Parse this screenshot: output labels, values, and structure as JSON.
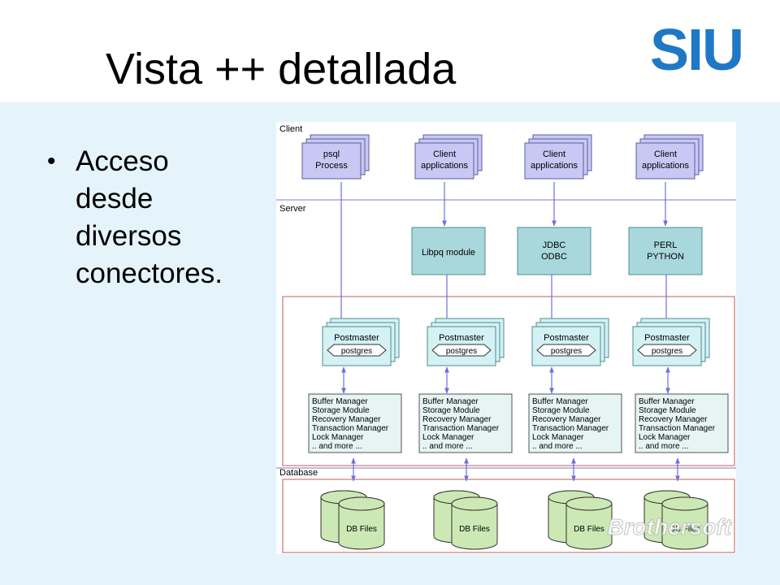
{
  "slide": {
    "title": "Vista ++ detallada",
    "logo_text": "SIU",
    "bullet": [
      "Acceso",
      "desde",
      "diversos",
      "conectores."
    ]
  },
  "diagram": {
    "sections": {
      "client": "Client",
      "server": "Server",
      "database": "Database"
    },
    "clients": [
      [
        "psql",
        "Process"
      ],
      [
        "Client",
        "applications"
      ],
      [
        "Client",
        "applications"
      ],
      [
        "Client",
        "applications"
      ]
    ],
    "drivers": [
      null,
      [
        "Libpq module"
      ],
      [
        "JDBC",
        "ODBC"
      ],
      [
        "PERL",
        "PYTHON"
      ]
    ],
    "postmaster_label": "Postmaster",
    "postgres_label": "postgres",
    "modules": [
      "Buffer Manager",
      "Storage Module",
      "Recovery Manager",
      "Transaction Manager",
      "Lock Manager",
      ".. and more ..."
    ],
    "db_files_label": "DB Files",
    "watermark": "Brothersoft"
  },
  "colors": {
    "band": "#e5f3fb",
    "client_box": "#c8c8f5",
    "driver_box": "#a9d8dc",
    "postmaster_box": "#d4f1f4",
    "modules_box": "#e6f4f4",
    "db_cylinder": "#cce8b4",
    "section_line": "#a7a7dc",
    "red_frame": "#cc7777",
    "arrow": "#7070d8",
    "logo": "#1f78c6"
  }
}
